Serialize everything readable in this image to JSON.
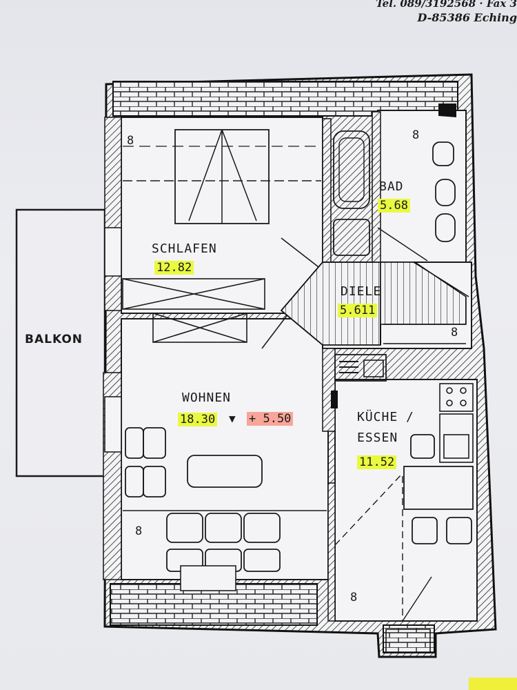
{
  "header": {
    "line1": "Tel. 089/3192568 · Fax 3",
    "line2": "D-85386 Eching"
  },
  "rooms": {
    "schlafen": {
      "name": "SCHLAFEN",
      "area": "12.82"
    },
    "bad": {
      "name": "BAD",
      "area": "5.68"
    },
    "diele": {
      "name": "DIELE",
      "area": "5.611"
    },
    "wohnen": {
      "name": "WOHNEN",
      "area": "18.30",
      "level_marker": "▼",
      "level": "+ 5.50"
    },
    "kueche": {
      "name_line1": "KÜCHE /",
      "name_line2": "ESSEN",
      "area": "11.52"
    },
    "balkon": {
      "name": "BALKON"
    }
  },
  "marks": {
    "radiator": "8"
  },
  "colors": {
    "highlight_yellow": "#e9f93f",
    "highlight_pink": "#f8a59a",
    "ink": "#1a1a1a"
  }
}
